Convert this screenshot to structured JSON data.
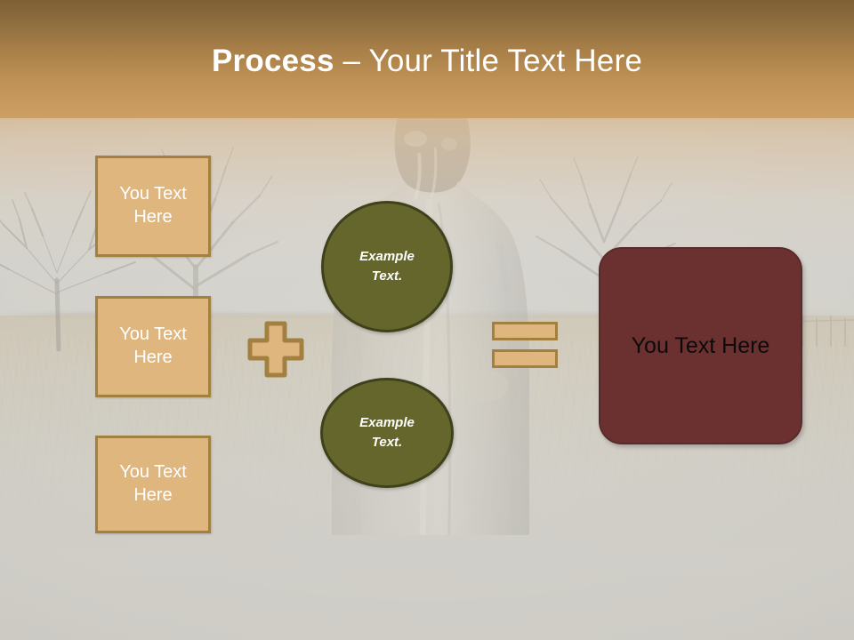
{
  "slide": {
    "title_strong": "Process",
    "title_rest": " – Your Title Text Here",
    "header_gradient_top": "#7d5f36",
    "header_gradient_bottom": "#cc9f66"
  },
  "inputs": {
    "boxes": [
      {
        "label": "You Text Here"
      },
      {
        "label": "You Text Here"
      },
      {
        "label": "You Text Here"
      }
    ],
    "fill_color": "#e0b67f",
    "border_color": "#a2803f",
    "text_color": "#ffffff"
  },
  "operators": {
    "plus": "plus-operator",
    "equals": "equals-operator",
    "fill_color": "#e0b67f",
    "border_color": "#a2803f"
  },
  "circles": {
    "items": [
      {
        "line1": "Example",
        "line2": "Text."
      },
      {
        "line1": "Example",
        "line2": "Text."
      }
    ],
    "fill_color": "#64662c",
    "border_color": "#3f411c",
    "text_color": "#ffffff"
  },
  "result": {
    "label": "You Text Here",
    "fill_color": "#6b3131",
    "text_color": "#0d0b0a"
  },
  "background": {
    "scene": "faded-landscape-with-figure",
    "base_color": "#cccac3",
    "field_color": "#c6b99e"
  }
}
